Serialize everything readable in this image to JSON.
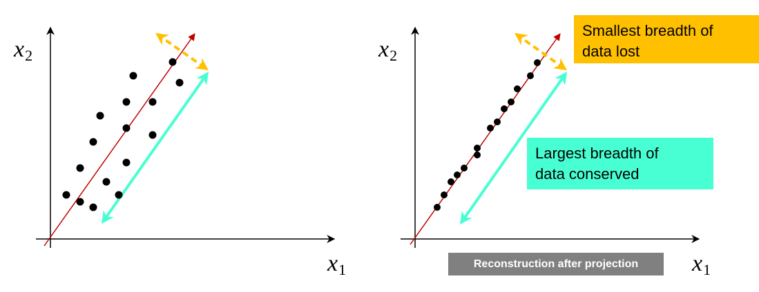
{
  "left_plot": {
    "x_axis_label": "x",
    "x_axis_subscript": "1",
    "y_axis_label": "x",
    "y_axis_subscript": "2"
  },
  "right_plot": {
    "x_axis_label": "x",
    "x_axis_subscript": "1",
    "y_axis_label": "x",
    "y_axis_subscript": "2"
  },
  "callouts": {
    "lost_line1": "Smallest breadth of",
    "lost_line2": "data lost",
    "conserved_line1": "Largest breadth of",
    "conserved_line2": "data conserved",
    "reconstruction": "Reconstruction after projection"
  },
  "colors": {
    "principal_axis": "#c00000",
    "lost_arrow": "#ffc000",
    "conserved_arrow": "#47ffd2",
    "points": "#000000",
    "reconstruction_box": "#808080"
  }
}
